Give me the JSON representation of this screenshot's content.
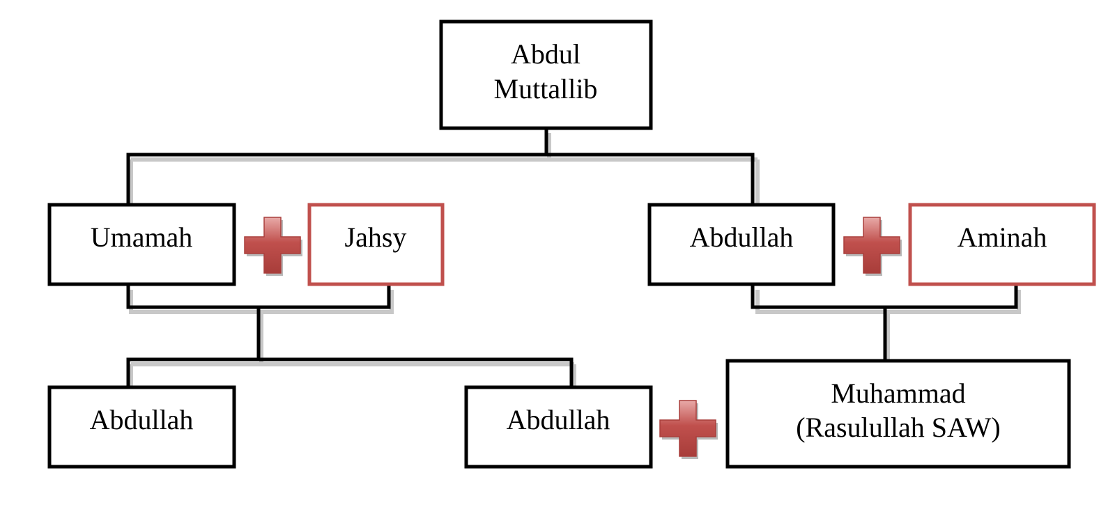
{
  "colors": {
    "line": "#000000",
    "box_border": "#000000",
    "spouse_border": "#c0504d",
    "plus_fill": "#c0504d",
    "plus_highlight": "#e3a3a1",
    "shadow": "#c8c8c8",
    "background": "#ffffff"
  },
  "nodes": {
    "abdul_muttallib": {
      "lines": [
        "Abdul",
        "Muttallib"
      ]
    },
    "umamah": {
      "lines": [
        "Umamah"
      ]
    },
    "jahsy": {
      "lines": [
        "Jahsy"
      ]
    },
    "abdullah_father": {
      "lines": [
        "Abdullah"
      ]
    },
    "aminah": {
      "lines": [
        "Aminah"
      ]
    },
    "abdullah_child_1": {
      "lines": [
        "Abdullah"
      ]
    },
    "abdullah_child_2": {
      "lines": [
        "Abdullah"
      ]
    },
    "muhammad": {
      "lines": [
        "Muhammad",
        "(Rasulullah SAW)"
      ]
    }
  },
  "icons": {
    "marriage": "plus-icon"
  }
}
